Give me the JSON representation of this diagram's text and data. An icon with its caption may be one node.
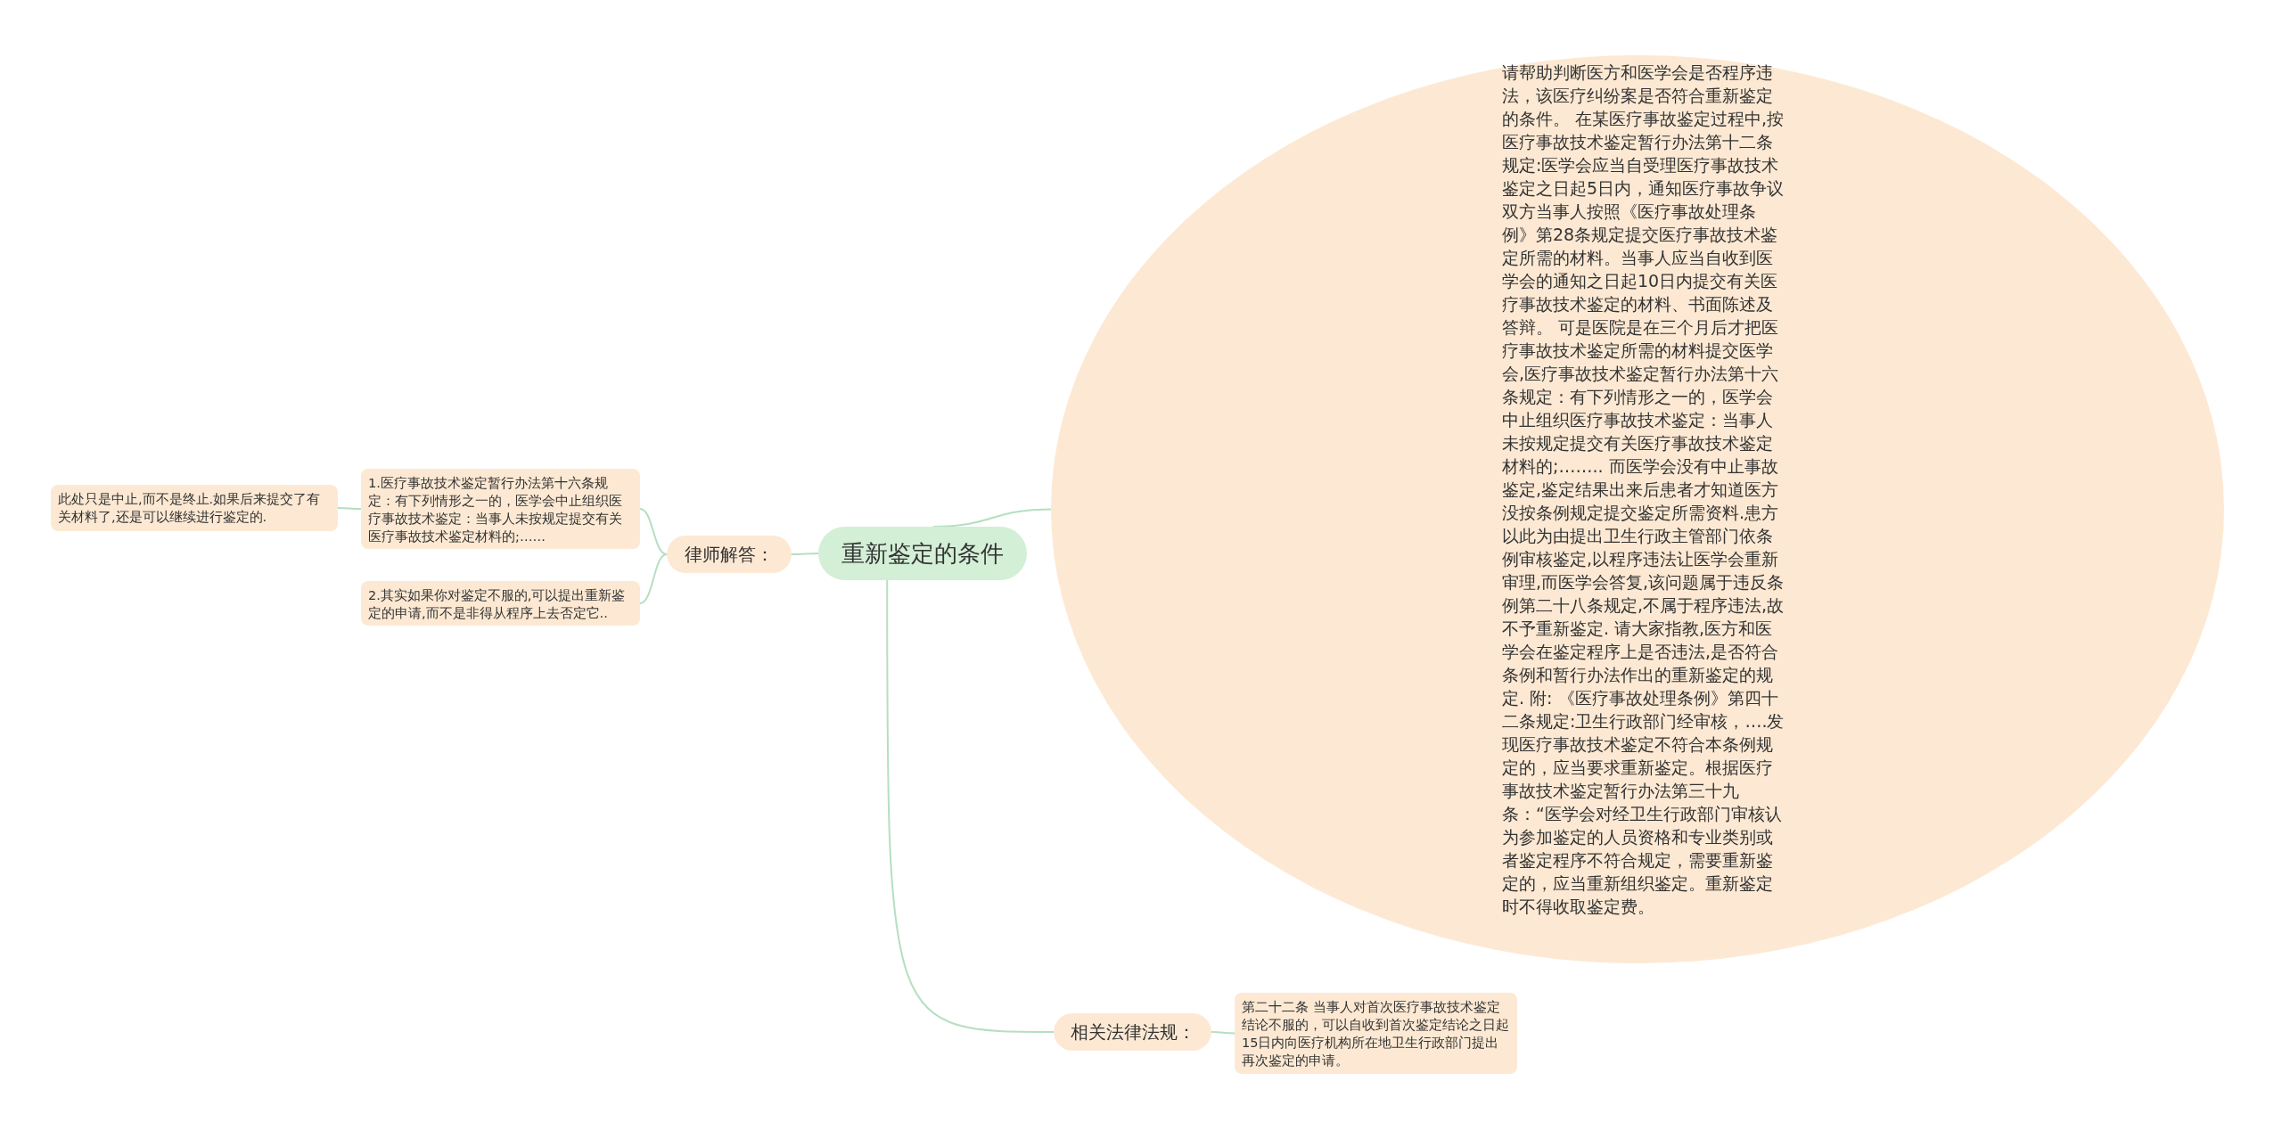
{
  "diagram": {
    "nodes": [
      {
        "text": [
          "重新鉴定的条件"
        ]
      },
      {
        "text": [
          "律师解答："
        ]
      },
      {
        "text": [
          "1.医疗事故技术鉴定暂行办法第十六条规定：有下列情形之一的，医学会中止组织医疗事故技术鉴定：当事人未按规定提交有关医疗事故技术鉴定材料的;……"
        ]
      },
      {
        "text": [
          "此处只是中止,而不是终止.如果后来提交了有关材料了,还是可以继续进行鉴定的."
        ]
      },
      {
        "text": [
          "2.其实如果你对鉴定不服的,可以提出重新鉴定的申请,而不是非得从程序上去否定它.."
        ]
      },
      {
        "text": [
          "请帮助判断医方和医学会是否程序违法，该医疗纠纷案是否符合重新鉴定的条件。 在某医疗事故鉴定过程中,按医疗事故技术鉴定暂行办法第十二条规定:医学会应当自受理医疗事故技术鉴定之日起5日内，通知医疗事故争议双方当事人按照《医疗事故处理条例》第28条规定提交医疗事故技术鉴定所需的材料。当事人应当自收到医学会的通知之日起10日内提交有关医疗事故技术鉴定的材料、书面陈述及答辩。 可是医院是在三个月后才把医疗事故技术鉴定所需的材料提交医学会,医疗事故技术鉴定暂行办法第十六条规定：有下列情形之一的，医学会中止组织医疗事故技术鉴定：当事人未按规定提交有关医疗事故技术鉴定材料的;…….. 而医学会没有中止事故鉴定,鉴定结果出来后患者才知道医方没按条例规定提交鉴定所需资料.患方以此为由提出卫生行政主管部门依条例审核鉴定,以程序违法让医学会重新审理,而医学会答复,该问题属于违反条例第二十八条规定,不属于程序违法,故不予重新鉴定. 请大家指教,医方和医学会在鉴定程序上是否违法,是否符合条例和暂行办法作出的重新鉴定的规定. 附: 《医疗事故处理条例》第四十二条规定:卫生行政部门经审核，….发现医疗事故技术鉴定不符合本条例规定的，应当要求重新鉴定。根据医疗事故技术鉴定暂行办法第三十九条：“医学会对经卫生行政部门审核认为参加鉴定的人员资格和专业类别或者鉴定程序不符合规定，需要重新鉴定的，应当重新组织鉴定。重新鉴定时不得收取鉴定费。"
        ]
      },
      {
        "text": [
          "相关法律法规："
        ]
      },
      {
        "text": [
          "第二十二条 当事人对首次医疗事故技术鉴定结论不服的，可以自收到首次鉴定结论之日起15日内向医疗机构所在地卫生行政部门提出再次鉴定的申请。"
        ]
      }
    ],
    "edges": [
      {
        "from": 0,
        "to": 1,
        "arrow": "none"
      },
      {
        "from": 1,
        "to": 2,
        "arrow": "none"
      },
      {
        "from": 2,
        "to": 3,
        "arrow": "none"
      },
      {
        "from": 1,
        "to": 4,
        "arrow": "none"
      },
      {
        "from": 0,
        "to": 5,
        "arrow": "none"
      },
      {
        "from": 0,
        "to": 6,
        "arrow": "none"
      },
      {
        "from": 6,
        "to": 7,
        "arrow": "none"
      }
    ]
  }
}
